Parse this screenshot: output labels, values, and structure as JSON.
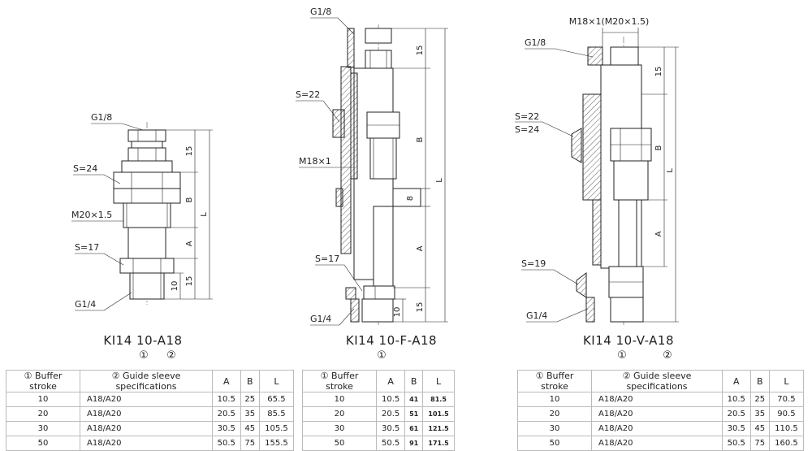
{
  "views": [
    {
      "model": "KI14 10-A18",
      "marks": [
        "①",
        "②"
      ],
      "labels": {
        "g18": "G1/8",
        "s24": "S=24",
        "m20": "M20×1.5",
        "s17": "S=17",
        "g14": "G1/4"
      },
      "dims": {
        "d15a": "15",
        "dB": "B",
        "dL": "L",
        "dA": "A",
        "d10": "10",
        "d15b": "15"
      }
    },
    {
      "model": "KI14 10-F-A18",
      "marks": [
        "①"
      ],
      "labels": {
        "g18": "G1/8",
        "s22": "S=22",
        "m18": "M18×1",
        "s17": "S=17",
        "g14": "G1/4"
      },
      "dims": {
        "d15a": "15",
        "dB": "B",
        "dL": "L",
        "d8": "8",
        "dA": "A",
        "d10": "10",
        "d15b": "15"
      }
    },
    {
      "model": "KI14 10-V-A18",
      "marks": [
        "①",
        "②"
      ],
      "labels": {
        "m18top": "M18×1(M20×1.5)",
        "g18": "G1/8",
        "s22": "S=22",
        "s24": "S=24",
        "s19": "S=19",
        "g14": "G1/4"
      },
      "dims": {
        "d15": "15",
        "dB": "B",
        "dL": "L",
        "dA": "A"
      }
    }
  ],
  "tables": [
    {
      "headers": [
        "① Buffer stroke",
        "② Guide sleeve specifications",
        "A",
        "B",
        "L"
      ],
      "rows": [
        [
          "10",
          "A18/A20",
          "10.5",
          "25",
          "65.5"
        ],
        [
          "20",
          "A18/A20",
          "20.5",
          "35",
          "85.5"
        ],
        [
          "30",
          "A18/A20",
          "30.5",
          "45",
          "105.5"
        ],
        [
          "50",
          "A18/A20",
          "50.5",
          "75",
          "155.5"
        ]
      ]
    },
    {
      "headers": [
        "① Buffer stroke",
        "A",
        "B",
        "L"
      ],
      "rows": [
        [
          "10",
          "10.5",
          "41",
          "81.5"
        ],
        [
          "20",
          "20.5",
          "51",
          "101.5"
        ],
        [
          "30",
          "30.5",
          "61",
          "121.5"
        ],
        [
          "50",
          "50.5",
          "91",
          "171.5"
        ]
      ]
    },
    {
      "headers": [
        "① Buffer stroke",
        "② Guide sleeve specifications",
        "A",
        "B",
        "L"
      ],
      "rows": [
        [
          "10",
          "A18/A20",
          "10.5",
          "25",
          "70.5"
        ],
        [
          "20",
          "A18/A20",
          "20.5",
          "35",
          "90.5"
        ],
        [
          "30",
          "A18/A20",
          "30.5",
          "45",
          "110.5"
        ],
        [
          "50",
          "A18/A20",
          "50.5",
          "75",
          "160.5"
        ]
      ]
    }
  ]
}
